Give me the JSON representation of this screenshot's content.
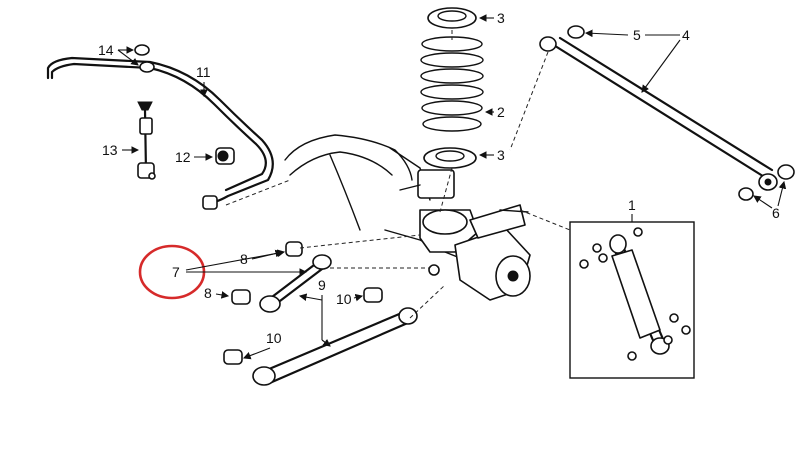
{
  "callouts": {
    "c1": "1",
    "c2": "2",
    "c3a": "3",
    "c3b": "3",
    "c4": "4",
    "c5": "5",
    "c6": "6",
    "c7": "7",
    "c8a": "8",
    "c8b": "8",
    "c9": "9",
    "c10a": "10",
    "c10b": "10",
    "c11": "11",
    "c12": "12",
    "c13": "13",
    "c14": "14"
  },
  "highlight": {
    "color": "#d62a2a",
    "target": "7"
  }
}
